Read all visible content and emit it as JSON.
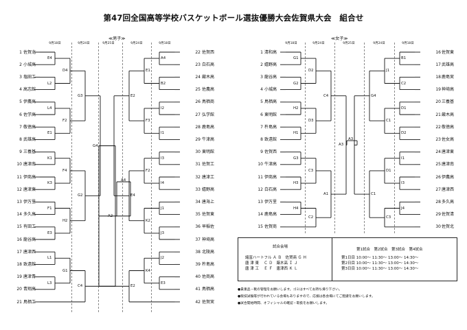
{
  "title": "第47回全国高等学校バスケットボール選抜優勝大会佐賀県大会　組合せ",
  "boys": {
    "label": "≪男子≫",
    "dates": [
      "9月18日",
      "9月24日",
      "9月25日",
      "9月24日",
      "9月18日"
    ],
    "left": [
      {
        "no": "1",
        "name": "佐賀北"
      },
      {
        "no": "2",
        "name": "小城高"
      },
      {
        "no": "3",
        "name": "塩田工"
      },
      {
        "no": "4",
        "name": "高志館"
      },
      {
        "no": "5",
        "name": "伊農高"
      },
      {
        "no": "6",
        "name": "佐学高"
      },
      {
        "no": "7",
        "name": "敬徳高"
      },
      {
        "no": "8",
        "name": "武雄高"
      },
      {
        "no": "9",
        "name": "三養基"
      },
      {
        "no": "10",
        "name": "唐津南"
      },
      {
        "no": "11",
        "name": "伊商高"
      },
      {
        "no": "12",
        "name": "唐津東"
      },
      {
        "no": "13",
        "name": "伊万里"
      },
      {
        "no": "14",
        "name": "多久高"
      },
      {
        "no": "15",
        "name": "有田工"
      },
      {
        "no": "16",
        "name": "龍谷高"
      },
      {
        "no": "17",
        "name": "唐津西"
      },
      {
        "no": "18",
        "name": "致遠館"
      },
      {
        "no": "19",
        "name": "唐津青"
      },
      {
        "no": "20",
        "name": "青翔高"
      },
      {
        "no": "21",
        "name": "鳥栖工"
      }
    ],
    "right": [
      {
        "no": "22",
        "name": "佐賀西"
      },
      {
        "no": "23",
        "name": "白石高"
      },
      {
        "no": "24",
        "name": "厳木高"
      },
      {
        "no": "25",
        "name": "佐農高"
      },
      {
        "no": "26",
        "name": "鳥栖商"
      },
      {
        "no": "27",
        "name": "弘学館"
      },
      {
        "no": "28",
        "name": "鹿島高"
      },
      {
        "no": "29",
        "name": "牛津高"
      },
      {
        "no": "30",
        "name": "東明館"
      },
      {
        "no": "31",
        "name": "佐賀工"
      },
      {
        "no": "32",
        "name": "唐津工"
      },
      {
        "no": "33",
        "name": "嬉野高"
      },
      {
        "no": "34",
        "name": "唐海上"
      },
      {
        "no": "35",
        "name": "佐賀東"
      },
      {
        "no": "36",
        "name": "早稲佐"
      },
      {
        "no": "37",
        "name": "神埼高"
      },
      {
        "no": "38",
        "name": "北陵高"
      },
      {
        "no": "39",
        "name": "杵島高"
      },
      {
        "no": "40",
        "name": "佐商高"
      },
      {
        "no": "41",
        "name": "鳥栖高"
      },
      {
        "no": "42",
        "name": "佐賀実"
      }
    ],
    "labels": [
      "E4",
      "L2",
      "L4",
      "E1",
      "K1",
      "K3",
      "F1",
      "E3",
      "L1",
      "L3",
      "D4",
      "F2",
      "F4",
      "H2",
      "G1",
      "G3",
      "G2",
      "C4",
      "G4",
      "A2",
      "A4",
      "B2",
      "I2",
      "I1",
      "I3",
      "I4",
      "J1",
      "J3",
      "J2",
      "E3",
      "E1",
      "F3",
      "F2",
      "K2",
      "K4",
      "E2",
      "E4",
      "E2"
    ]
  },
  "girls": {
    "label": "≪女子≫",
    "dates": [
      "9月18日",
      "9月24日",
      "9月25日",
      "9月24日",
      "9月18日"
    ],
    "left": [
      {
        "no": "1",
        "name": "清和高"
      },
      {
        "no": "2",
        "name": "嬉野高"
      },
      {
        "no": "3",
        "name": "龍谷高"
      },
      {
        "no": "4",
        "name": "小城高"
      },
      {
        "no": "5",
        "name": "鳥栖高"
      },
      {
        "no": "6",
        "name": "東明館"
      },
      {
        "no": "7",
        "name": "杵島高"
      },
      {
        "no": "8",
        "name": "致遠館"
      },
      {
        "no": "9",
        "name": "佐賀西"
      },
      {
        "no": "10",
        "name": "牛津高"
      },
      {
        "no": "11",
        "name": "伊商高"
      },
      {
        "no": "12",
        "name": "白石高"
      },
      {
        "no": "13",
        "name": "伊万里"
      },
      {
        "no": "14",
        "name": "鹿島高"
      },
      {
        "no": "15",
        "name": "佐賀商"
      }
    ],
    "right": [
      {
        "no": "16",
        "name": "佐賀東"
      },
      {
        "no": "17",
        "name": "武雄高"
      },
      {
        "no": "18",
        "name": "鹿島実"
      },
      {
        "no": "19",
        "name": "神埼高"
      },
      {
        "no": "20",
        "name": "三養基"
      },
      {
        "no": "21",
        "name": "厳木高"
      },
      {
        "no": "22",
        "name": "敬徳高"
      },
      {
        "no": "23",
        "name": "佐女高"
      },
      {
        "no": "24",
        "name": "唐津東"
      },
      {
        "no": "25",
        "name": "唐津南"
      },
      {
        "no": "26",
        "name": "伊農高"
      },
      {
        "no": "27",
        "name": "唐津西"
      },
      {
        "no": "28",
        "name": "多久高"
      },
      {
        "no": "29",
        "name": "佐賀清"
      },
      {
        "no": "30",
        "name": "佐賀北"
      }
    ],
    "labels": [
      "G1",
      "G2",
      "H2",
      "H1",
      "G3",
      "H3",
      "H4",
      "D2",
      "D3",
      "C3",
      "C2",
      "C4",
      "A1",
      "A3",
      "B1",
      "C2",
      "D1",
      "D2",
      "I1",
      "I3",
      "J4",
      "J1",
      "C1",
      "D1",
      "C3",
      "G4",
      "C1"
    ]
  },
  "venue": {
    "title": "試合会場",
    "rows": [
      "諸富ハートフル Ａ Ｂ　佐賀商 Ｇ Ｈ",
      "唐 津 東　 Ｃ Ｄ　厳木高 Ｉ Ｊ",
      "唐 津 工　 Ｅ Ｆ　唐津西 Ｋ Ｌ"
    ],
    "schedule_header": "第1試合　第2試合　第3試合　第4試合",
    "schedule": [
      "第1日目 10:00～ 11:30～ 13:00～ 14:30～",
      "第2日目 10:00～ 11:30～ 13:00～ 14:30～",
      "第3日目 10:00～ 11:30～ 13:00～ 14:30～"
    ]
  },
  "notes": [
    "●貴重品・靴の管理をお願いします。ゴミはすべてお持ち帰り下さい。",
    "●競技試験等が行われている会場もありますので、応援は各会場にてご配慮をお願いします。",
    "●試合開始時間、オフィシャルの確認・取扱をお願いします。"
  ]
}
